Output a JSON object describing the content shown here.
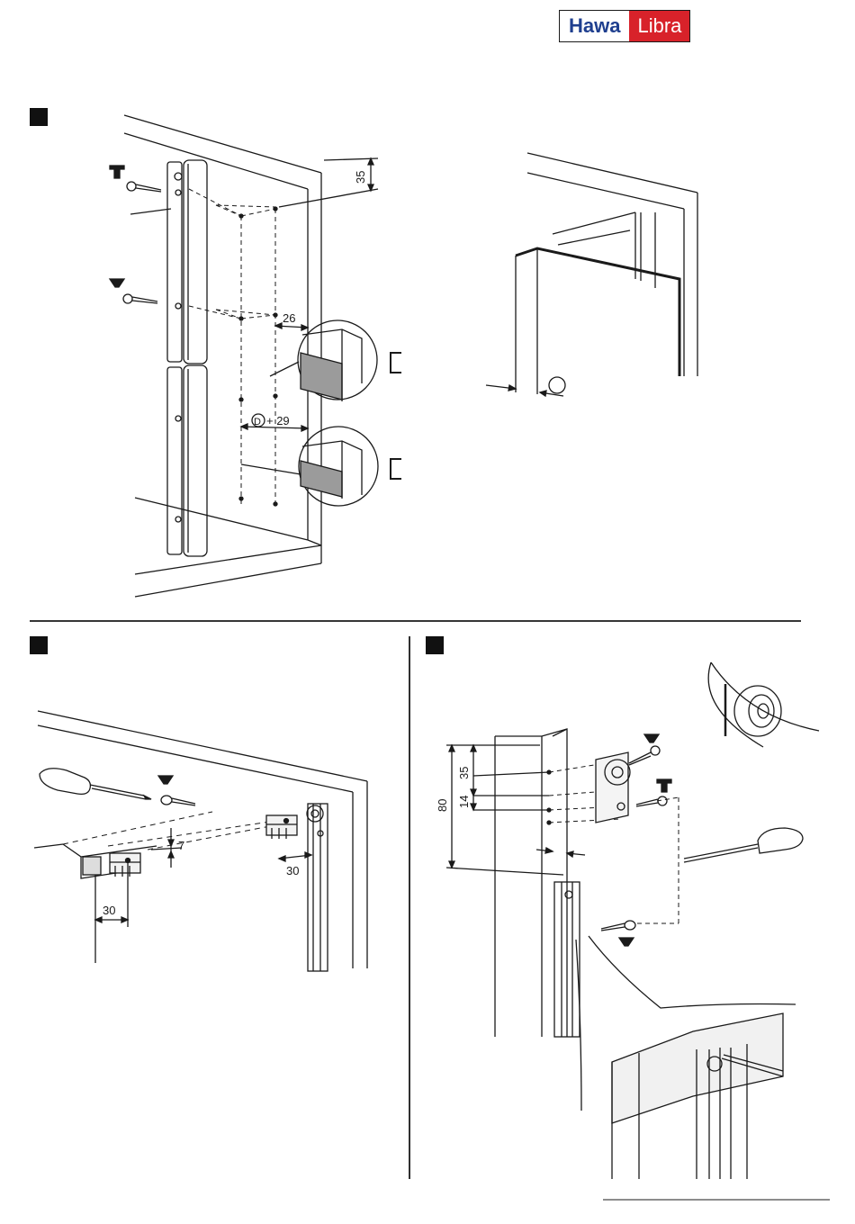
{
  "logo": {
    "part1": "Hawa",
    "part2": "Libra"
  },
  "figure1": {
    "dim_top": "35",
    "dim_mid": "26",
    "dim_d_symbol": "D",
    "dim_d_plus": "+ 29"
  },
  "figure2": {
    "dim_height": "7",
    "dim_left": "30",
    "dim_right": "30"
  },
  "figure3": {
    "dim_total": "80",
    "dim_upper": "35",
    "dim_lower": "14"
  }
}
